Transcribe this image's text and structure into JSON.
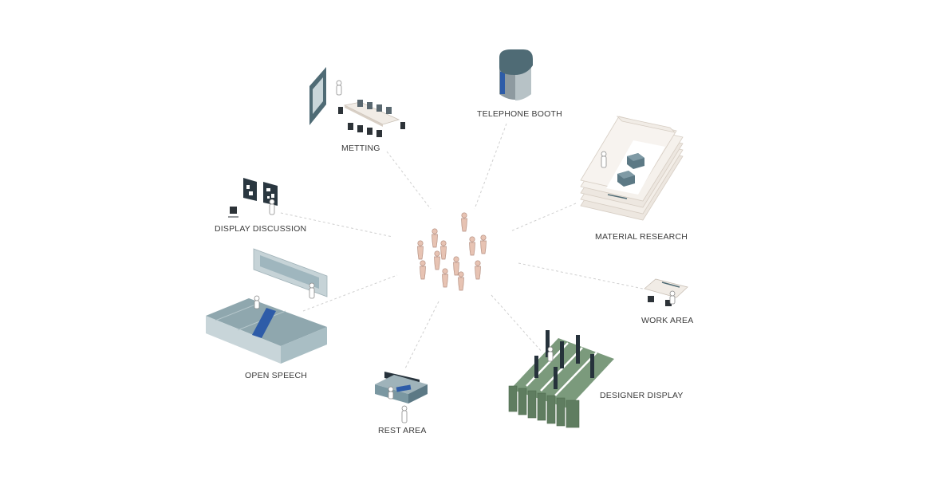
{
  "labels": {
    "metting": "METTING",
    "telephone_booth": "TELEPHONE BOOTH",
    "material_research": "MATERIAL RESEARCH",
    "display_discussion": "DISPLAY DISCUSSION",
    "work_area": "WORK AREA",
    "open_speech": "OPEN SPEECH",
    "designer_display": "DESIGNER DISPLAY",
    "rest_area": "REST AREA"
  },
  "colors": {
    "teal_dark": "#4f6b75",
    "teal_mid": "#7a97a1",
    "teal_light": "#b9c9ce",
    "cream": "#f1ece6",
    "cream_edge": "#d8cfc5",
    "green": "#7b9a7c",
    "green_dark": "#5f7d60",
    "navy": "#26323b",
    "blue_accent": "#2e5ca8",
    "people": "#e7c3b3",
    "people_edge": "#b58f80",
    "dash": "#cfcfcf"
  }
}
